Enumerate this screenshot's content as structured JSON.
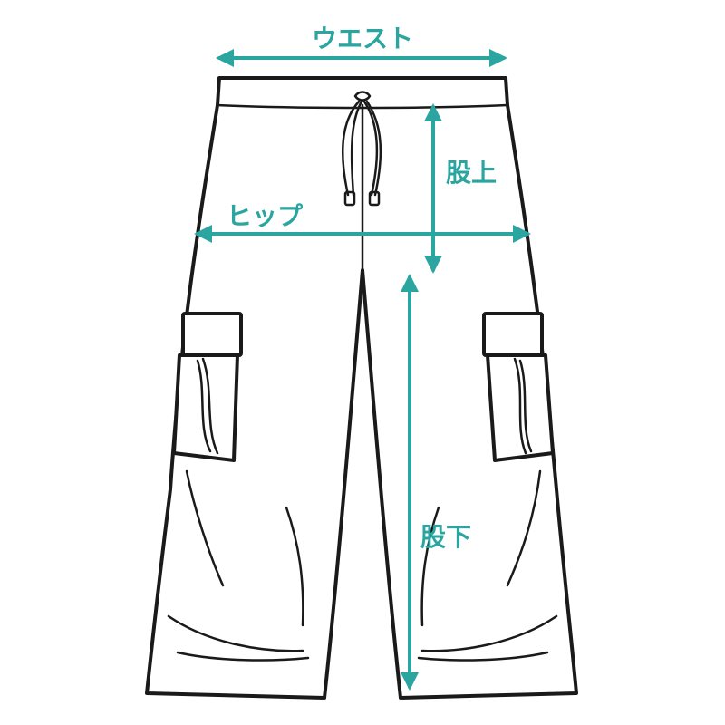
{
  "colors": {
    "accent": "#2aa59f",
    "outline": "#1a1a1a",
    "background": "#ffffff"
  },
  "measurements": {
    "waist": "ウエスト",
    "rise": "股上",
    "hip": "ヒップ",
    "inseam": "股下"
  }
}
